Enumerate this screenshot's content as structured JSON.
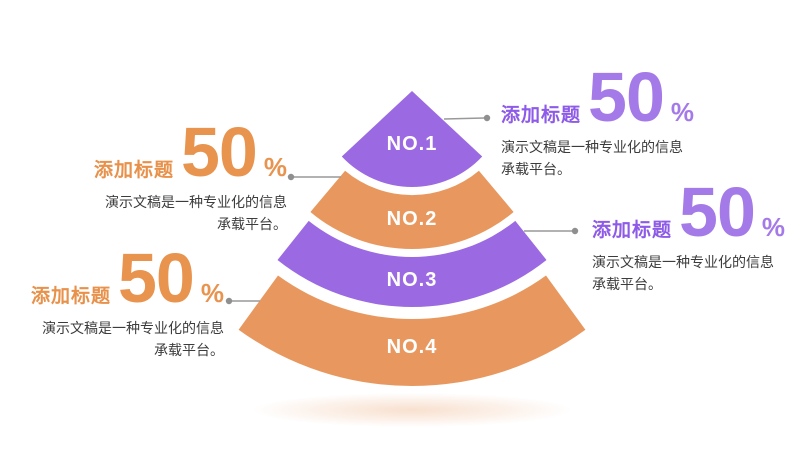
{
  "slide": {
    "background": "#FFFFFF"
  },
  "pyramid": {
    "tiers": [
      {
        "label": "NO.1",
        "color": "#9B69E1"
      },
      {
        "label": "NO.2",
        "color": "#E8985E"
      },
      {
        "label": "NO.3",
        "color": "#9B69E1"
      },
      {
        "label": "NO.4",
        "color": "#E8985E"
      }
    ]
  },
  "callouts": [
    {
      "position": "top-right",
      "accent": "#A47AE8",
      "title": "添加标题",
      "value": "50",
      "unit": "%",
      "desc_line1": "演示文稿是一种专业化的信息",
      "desc_line2": "承载平台。"
    },
    {
      "position": "middle-right",
      "accent": "#A47AE8",
      "title": "添加标题",
      "value": "50",
      "unit": "%",
      "desc_line1": "演示文稿是一种专业化的信息",
      "desc_line2": "承载平台。"
    },
    {
      "position": "upper-left",
      "accent": "#E8934E",
      "title": "添加标题",
      "value": "50",
      "unit": "%",
      "desc_line1": "演示文稿是一种专业化的信息",
      "desc_line2": "承载平台。"
    },
    {
      "position": "lower-left",
      "accent": "#E8934E",
      "title": "添加标题",
      "value": "50",
      "unit": "%",
      "desc_line1": "演示文稿是一种专业化的信息",
      "desc_line2": "承载平台。"
    }
  ],
  "colors": {
    "purple": "#9B69E1",
    "orange": "#E8985E",
    "connector": "#999999",
    "description_text": "#3C3C3C"
  }
}
